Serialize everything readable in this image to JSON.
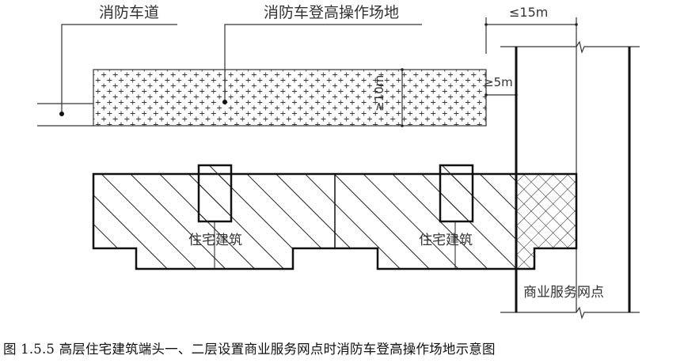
{
  "labels": {
    "fire_lane": "消防车道",
    "operation_area": "消防车登高操作场地",
    "max_distance": "≤15m",
    "min_width": "≥10m",
    "min_offset": "≥5m",
    "residential_1": "住宅建筑",
    "residential_2": "住宅建筑",
    "commercial": "商业服务网点"
  },
  "caption": "图 1.5.5  高层住宅建筑端头一、二层设置商业服务网点时消防车登高操作场地示意图"
}
